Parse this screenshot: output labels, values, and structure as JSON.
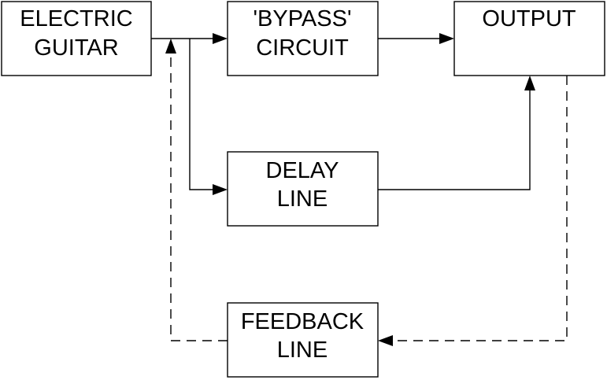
{
  "blocks": {
    "guitar": {
      "line1": "ELECTRIC",
      "line2": "GUITAR"
    },
    "bypass": {
      "line1": "'BYPASS'",
      "line2": "CIRCUIT"
    },
    "output": {
      "line1": "OUTPUT"
    },
    "delay": {
      "line1": "DELAY",
      "line2": "LINE"
    },
    "feedback": {
      "line1": "FEEDBACK",
      "line2": "LINE"
    }
  },
  "colors": {
    "stroke": "#000000",
    "background": "#ffffff"
  }
}
